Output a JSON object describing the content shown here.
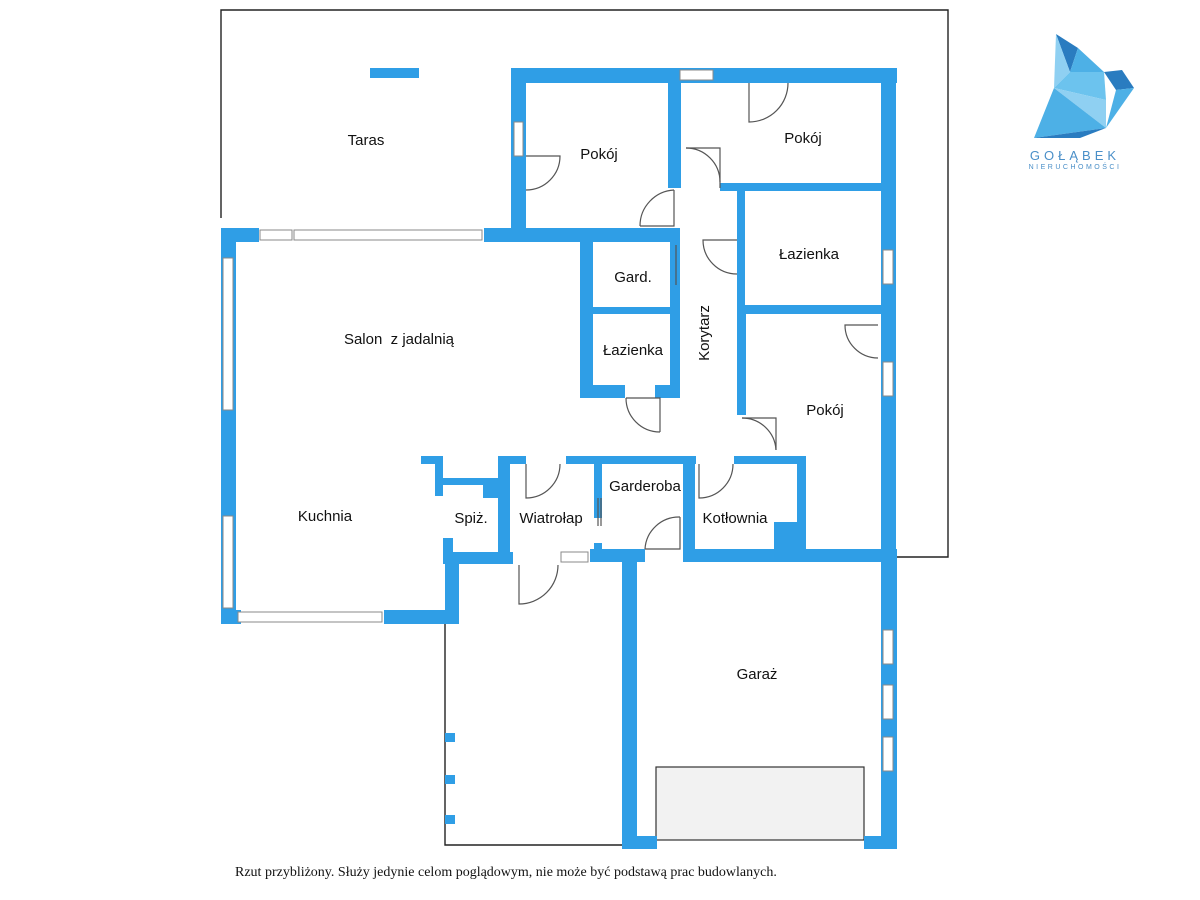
{
  "rooms": {
    "taras": "Taras",
    "pokoj_1": "Pokój",
    "pokoj_2": "Pokój",
    "lazienka_1": "Łazienka",
    "gard": "Gard.",
    "korytarz": "Korytarz",
    "salon": "Salon  z jadalnią",
    "lazienka_2": "Łazienka",
    "pokoj_3": "Pokój",
    "kuchnia": "Kuchnia",
    "spiz": "Spiż.",
    "wiatrolap": "Wiatrołap",
    "garderoba": "Garderoba",
    "kotlownia": "Kotłownia",
    "garaz": "Garaż"
  },
  "brand": {
    "name": "GOŁĄBEK",
    "subtitle": "NIERUCHOMOŚCI"
  },
  "disclaimer": "Rzut przybliżony. Służy jedynie celom poglądowym, nie może być podstawą prac budowlanych.",
  "colors": {
    "wall": "#2f9ee6",
    "logo_light": "#8fd0f2",
    "logo_mid": "#4db0e6",
    "logo_dark": "#2a7cc0"
  }
}
